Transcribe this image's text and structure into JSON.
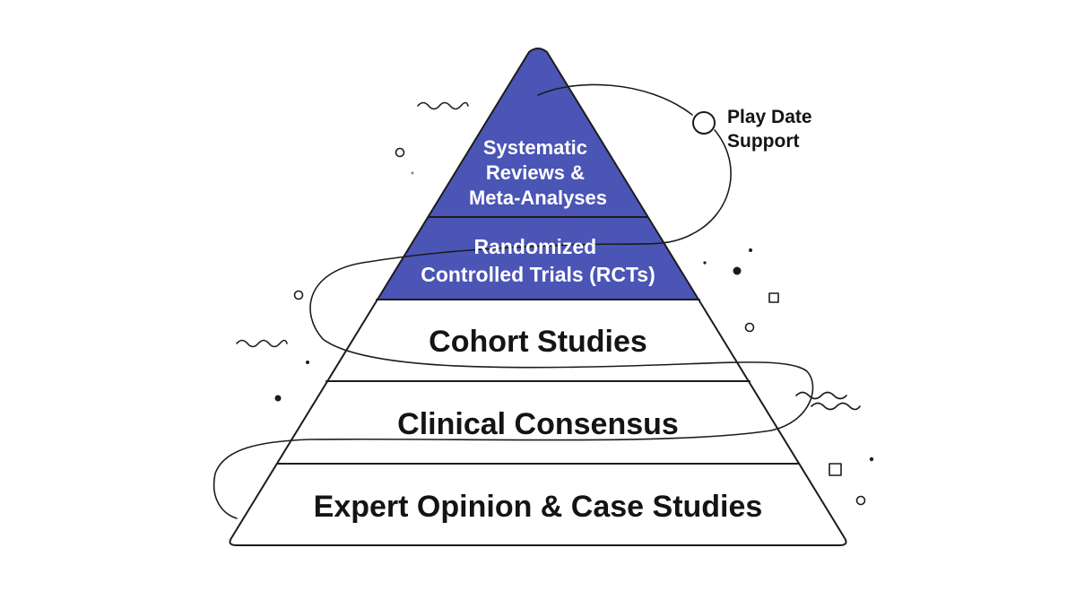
{
  "tiers": [
    {
      "lines": [
        "Systematic",
        "Reviews &",
        "Meta-Analyses"
      ]
    },
    {
      "lines": [
        "Randomized",
        "Controlled Trials (RCTs)"
      ]
    },
    {
      "lines": [
        "Cohort Studies"
      ]
    },
    {
      "lines": [
        "Clinical Consensus"
      ]
    },
    {
      "lines": [
        "Expert Opinion & Case Studies"
      ]
    }
  ],
  "callout": {
    "lines": [
      "Play Date",
      "Support"
    ]
  },
  "colors": {
    "accent": "#4a55b5",
    "outline": "#1c1c1c",
    "background": "#ffffff"
  }
}
